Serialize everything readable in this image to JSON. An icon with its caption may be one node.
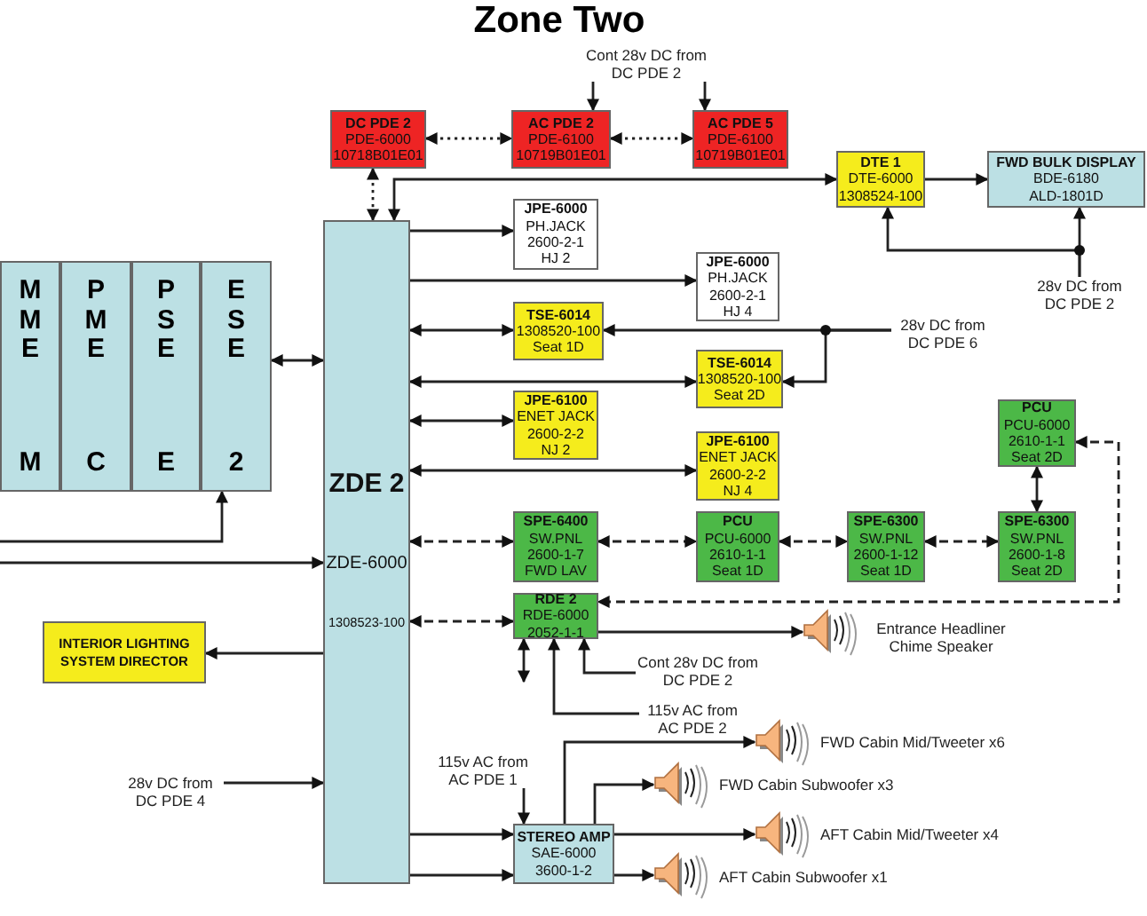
{
  "diagram": {
    "title": "Zone Two",
    "nodes": [
      {
        "text": [
          "DC PDE 2",
          "PDE-6000",
          "10718B01E01"
        ]
      },
      {
        "text": [
          "AC PDE 2",
          "PDE-6100",
          "10719B01E01"
        ]
      },
      {
        "text": [
          "AC PDE 5",
          "PDE-6100",
          "10719B01E01"
        ]
      },
      {
        "text": [
          "DTE 1",
          "DTE-6000",
          "1308524-100"
        ]
      },
      {
        "text": [
          "FWD BULK DISPLAY",
          "BDE-6180",
          "ALD-1801D"
        ]
      },
      {
        "text": [
          "MME",
          "M"
        ]
      },
      {
        "text": [
          "PME",
          "C"
        ]
      },
      {
        "text": [
          "PSE",
          "E"
        ]
      },
      {
        "text": [
          "ESE",
          "2"
        ]
      },
      {
        "text": [
          "ZDE 2",
          "ZDE-6000",
          "1308523-100"
        ]
      },
      {
        "text": [
          "JPE-6000",
          "PH.JACK",
          "2600-2-1",
          "HJ 2"
        ]
      },
      {
        "text": [
          "JPE-6000",
          "PH.JACK",
          "2600-2-1",
          "HJ 4"
        ]
      },
      {
        "text": [
          "TSE-6014",
          "1308520-100",
          "Seat 1D"
        ]
      },
      {
        "text": [
          "TSE-6014",
          "1308520-100",
          "Seat 2D"
        ]
      },
      {
        "text": [
          "JPE-6100",
          "ENET JACK",
          "2600-2-2",
          "NJ 2"
        ]
      },
      {
        "text": [
          "JPE-6100",
          "ENET JACK",
          "2600-2-2",
          "NJ 4"
        ]
      },
      {
        "text": [
          "PCU",
          "PCU-6000",
          "2610-1-1",
          "Seat 2D"
        ]
      },
      {
        "text": [
          "SPE-6400",
          "SW.PNL",
          "2600-1-7",
          "FWD LAV"
        ]
      },
      {
        "text": [
          "PCU",
          "PCU-6000",
          "2610-1-1",
          "Seat 1D"
        ]
      },
      {
        "text": [
          "SPE-6300",
          "SW.PNL",
          "2600-1-12",
          "Seat 1D"
        ]
      },
      {
        "text": [
          "SPE-6300",
          "SW.PNL",
          "2600-1-8",
          "Seat 2D"
        ]
      },
      {
        "text": [
          "INTERIOR LIGHTING SYSTEM DIRECTOR"
        ]
      },
      {
        "text": [
          "RDE 2",
          "RDE-6000",
          "2052-1-1"
        ]
      },
      {
        "text": [
          "STEREO AMP",
          "SAE-6000",
          "3600-1-2"
        ]
      },
      {
        "text": [],
        "shape": "picture",
        "beside": [
          "Entrance Headliner Chime Speaker"
        ]
      },
      {
        "text": [],
        "shape": "picture",
        "beside": [
          "FWD Cabin Mid/Tweeter x6"
        ]
      },
      {
        "text": [],
        "shape": "picture",
        "beside": [
          "FWD Cabin Subwoofer x3"
        ]
      },
      {
        "text": [],
        "shape": "picture",
        "beside": [
          "AFT Cabin Mid/Tweeter x4"
        ]
      },
      {
        "text": [],
        "shape": "picture",
        "beside": [
          "AFT Cabin Subwoofer x1"
        ]
      },
      {
        "text": [
          "Cont 28v DC from DC PDE 2"
        ]
      },
      {
        "text": [
          "28v DC from DC PDE 2"
        ]
      },
      {
        "text": [
          "28v DC from DC PDE 6"
        ]
      },
      {
        "text": [
          "Cont 28v DC from DC PDE 2"
        ]
      },
      {
        "text": [
          "115v AC from AC PDE 2"
        ]
      },
      {
        "text": [
          "115v AC from AC PDE 1"
        ]
      },
      {
        "text": [
          "28v DC from DC PDE 4"
        ]
      }
    ],
    "edges": [
      {
        "from": 0,
        "to": 1,
        "arrow": "both",
        "style": "dashed"
      },
      {
        "from": 1,
        "to": 2,
        "arrow": "both",
        "style": "dashed"
      },
      {
        "from": 0,
        "to": 9,
        "arrow": "both",
        "style": "dashed"
      },
      {
        "from": 29,
        "to": 1,
        "arrow": "to"
      },
      {
        "from": 29,
        "to": 2,
        "arrow": "to"
      },
      {
        "from": 9,
        "to": 3,
        "arrow": "both"
      },
      {
        "from": 3,
        "to": 4,
        "arrow": "to"
      },
      {
        "from": 30,
        "to": 3,
        "arrow": "to"
      },
      {
        "from": 30,
        "to": 4,
        "arrow": "to"
      },
      {
        "from": 9,
        "to": 10,
        "arrow": "to"
      },
      {
        "from": 9,
        "to": 11,
        "arrow": "to"
      },
      {
        "from": 9,
        "to": 12,
        "arrow": "both"
      },
      {
        "from": 9,
        "to": 13,
        "arrow": "both"
      },
      {
        "from": 31,
        "to": 12,
        "arrow": "to"
      },
      {
        "from": 31,
        "to": 13,
        "arrow": "to"
      },
      {
        "from": 9,
        "to": 14,
        "arrow": "both"
      },
      {
        "from": 9,
        "to": 15,
        "arrow": "both"
      },
      {
        "from": 9,
        "to": 17,
        "arrow": "both",
        "style": "dashed"
      },
      {
        "from": 17,
        "to": 18,
        "arrow": "both",
        "style": "dashed"
      },
      {
        "from": 18,
        "to": 19,
        "arrow": "both",
        "style": "dashed"
      },
      {
        "from": 19,
        "to": 20,
        "arrow": "both",
        "style": "dashed"
      },
      {
        "from": 16,
        "to": 20,
        "arrow": "both"
      },
      {
        "from": 16,
        "to": 22,
        "arrow": "both",
        "style": "dashed"
      },
      {
        "from": 9,
        "to": 22,
        "arrow": "both",
        "style": "dashed"
      },
      {
        "from": 9,
        "to": 21,
        "arrow": "to"
      },
      {
        "from": 22,
        "to": 24,
        "arrow": "to"
      },
      {
        "from": 22,
        "to": null,
        "arrow": "both"
      },
      {
        "from": 32,
        "to": 22,
        "arrow": "to"
      },
      {
        "from": 33,
        "to": 22,
        "arrow": "to"
      },
      {
        "from": 35,
        "to": 9,
        "arrow": "to"
      },
      {
        "from": 34,
        "to": 23,
        "arrow": "to"
      },
      {
        "from": 9,
        "to": 23,
        "arrow": "to"
      },
      {
        "from": 9,
        "to": 23,
        "arrow": "to"
      },
      {
        "from": 23,
        "to": 25,
        "arrow": "to"
      },
      {
        "from": 23,
        "to": 26,
        "arrow": "to"
      },
      {
        "from": 23,
        "to": 27,
        "arrow": "to"
      },
      {
        "from": 23,
        "to": 28,
        "arrow": "to"
      },
      {
        "from": 8,
        "to": 9,
        "arrow": "both"
      },
      {
        "from": null,
        "to": 8,
        "arrow": "to"
      },
      {
        "from": null,
        "to": 9,
        "arrow": "to"
      }
    ]
  }
}
